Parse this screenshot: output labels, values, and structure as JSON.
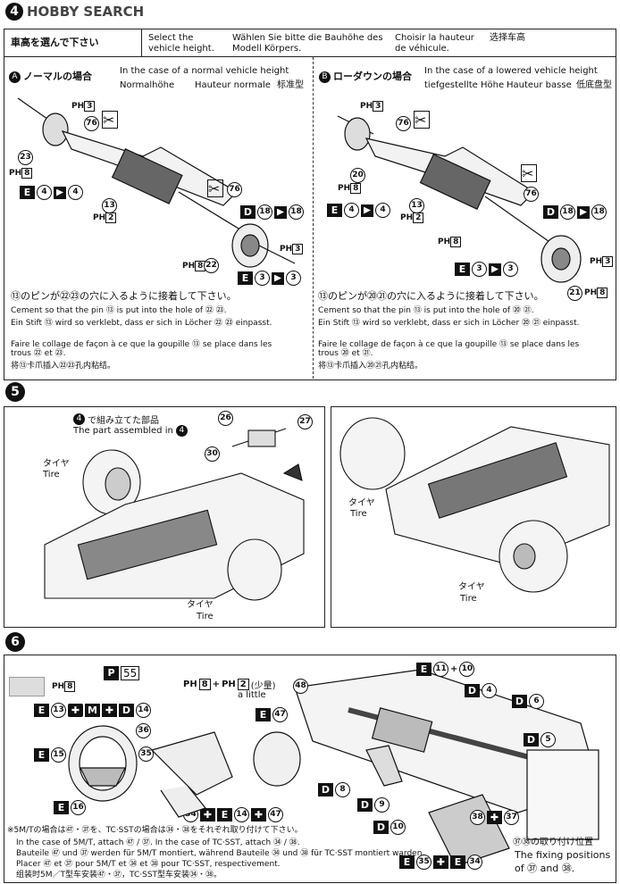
{
  "watermark": "HOBBY SEARCH",
  "step4": {
    "number": "4",
    "select_jp": "車高を選んで下さい",
    "select_en": "Select the vehicle height.",
    "select_de": "Wählen Sie bitte die Bauhöhe des Modell Körpers.",
    "select_fr": "Choisir la hauteur de véhicule.",
    "select_cn": "选择车高",
    "optA": {
      "letter": "A",
      "jp": "ノーマルの場合",
      "en": "In the case of a normal vehicle height",
      "de": "Normalhöhe",
      "fr": "Hauteur normale",
      "cn": "标准型",
      "parts": [
        "3",
        "76",
        "23",
        "8",
        "13",
        "2",
        "76",
        "18",
        "3",
        "8",
        "22",
        "3",
        "4"
      ],
      "note_jp": "⑬のピンが㉒㉓の穴に入るように接着して下さい。",
      "note_en": "Cement so that the pin ⑬ is put into the hole of ㉒ ㉓.",
      "note_de": "Ein Stift ⑬ wird so verklebt, dass er sich in Löcher ㉒ ㉓ einpasst.",
      "note_fr": "Faire le collage de façon à ce que la goupille ⑬ se place dans les trous ㉒ et ㉓.",
      "note_cn": "将⑬卡爪插入㉒㉓孔内粘结。"
    },
    "optB": {
      "letter": "B",
      "jp": "ローダウンの場合",
      "en": "In the case of a lowered vehicle height",
      "de": "tiefgestellte Höhe",
      "fr": "Hauteur basse",
      "cn": "低底盘型",
      "note_jp": "⑬のピンが⑳㉑の穴に入るように接着して下さい。",
      "note_en": "Cement so that the pin ⑬ is put into the hole of ⑳ ㉑.",
      "note_de": "Ein Stift ⑬ wird so verklebt, dass er sich in Löcher ⑳ ㉑ einpasst.",
      "note_fr": "Faire le collage de façon à ce que la goupille ⑬ se place dans les trous ⑳ et ㉑.",
      "note_cn": "将⑬卡爪插入⑳㉑孔内粘结。"
    }
  },
  "step5": {
    "number": "5",
    "assembled_jp": "で組み立てた部品",
    "assembled_en": "The part assembled in",
    "assembled_ref": "4",
    "tire_jp": "タイヤ",
    "tire_en": "Tire",
    "parts": [
      "26",
      "27",
      "30"
    ]
  },
  "step6": {
    "number": "6",
    "sheet": "55",
    "ph_label": "PH",
    "ph_a": "8",
    "ph_plus": "+",
    "ph_b": "2",
    "ph_note_jp": "(少量)",
    "ph_note_en": "a little",
    "note_jp": "※5M/Tの場合は㊼・㊲を、TC·SSTの場合は㉞・㊳をそれぞれ取り付けて下さい。",
    "note_en": "In the case of 5M/T, attach ㊼ / ㊲. In the case of TC·SST, attach ㉞ / ㊳.",
    "note_de": "Bauteile ㊼ und ㊲ werden für 5M/T montiert, während Bauteile ㉞ und ㊳ für TC·SST montiert warden.",
    "note_fr": "Placer ㊼ et ㊲ pour 5M/T et ㉞ et ㊳ pour TC·SST, respectivement.",
    "note_cn": "组装时5M／T型车安装㊼・㊲，TC·SST型车安装㉞・㊳。",
    "fix_jp": "㊲㊳の取り付け位置",
    "fix_en1": "The fixing positions",
    "fix_en2": "of ㊲ and ㊳."
  },
  "colors": {
    "ink": "#111111",
    "paper": "#ffffff"
  }
}
